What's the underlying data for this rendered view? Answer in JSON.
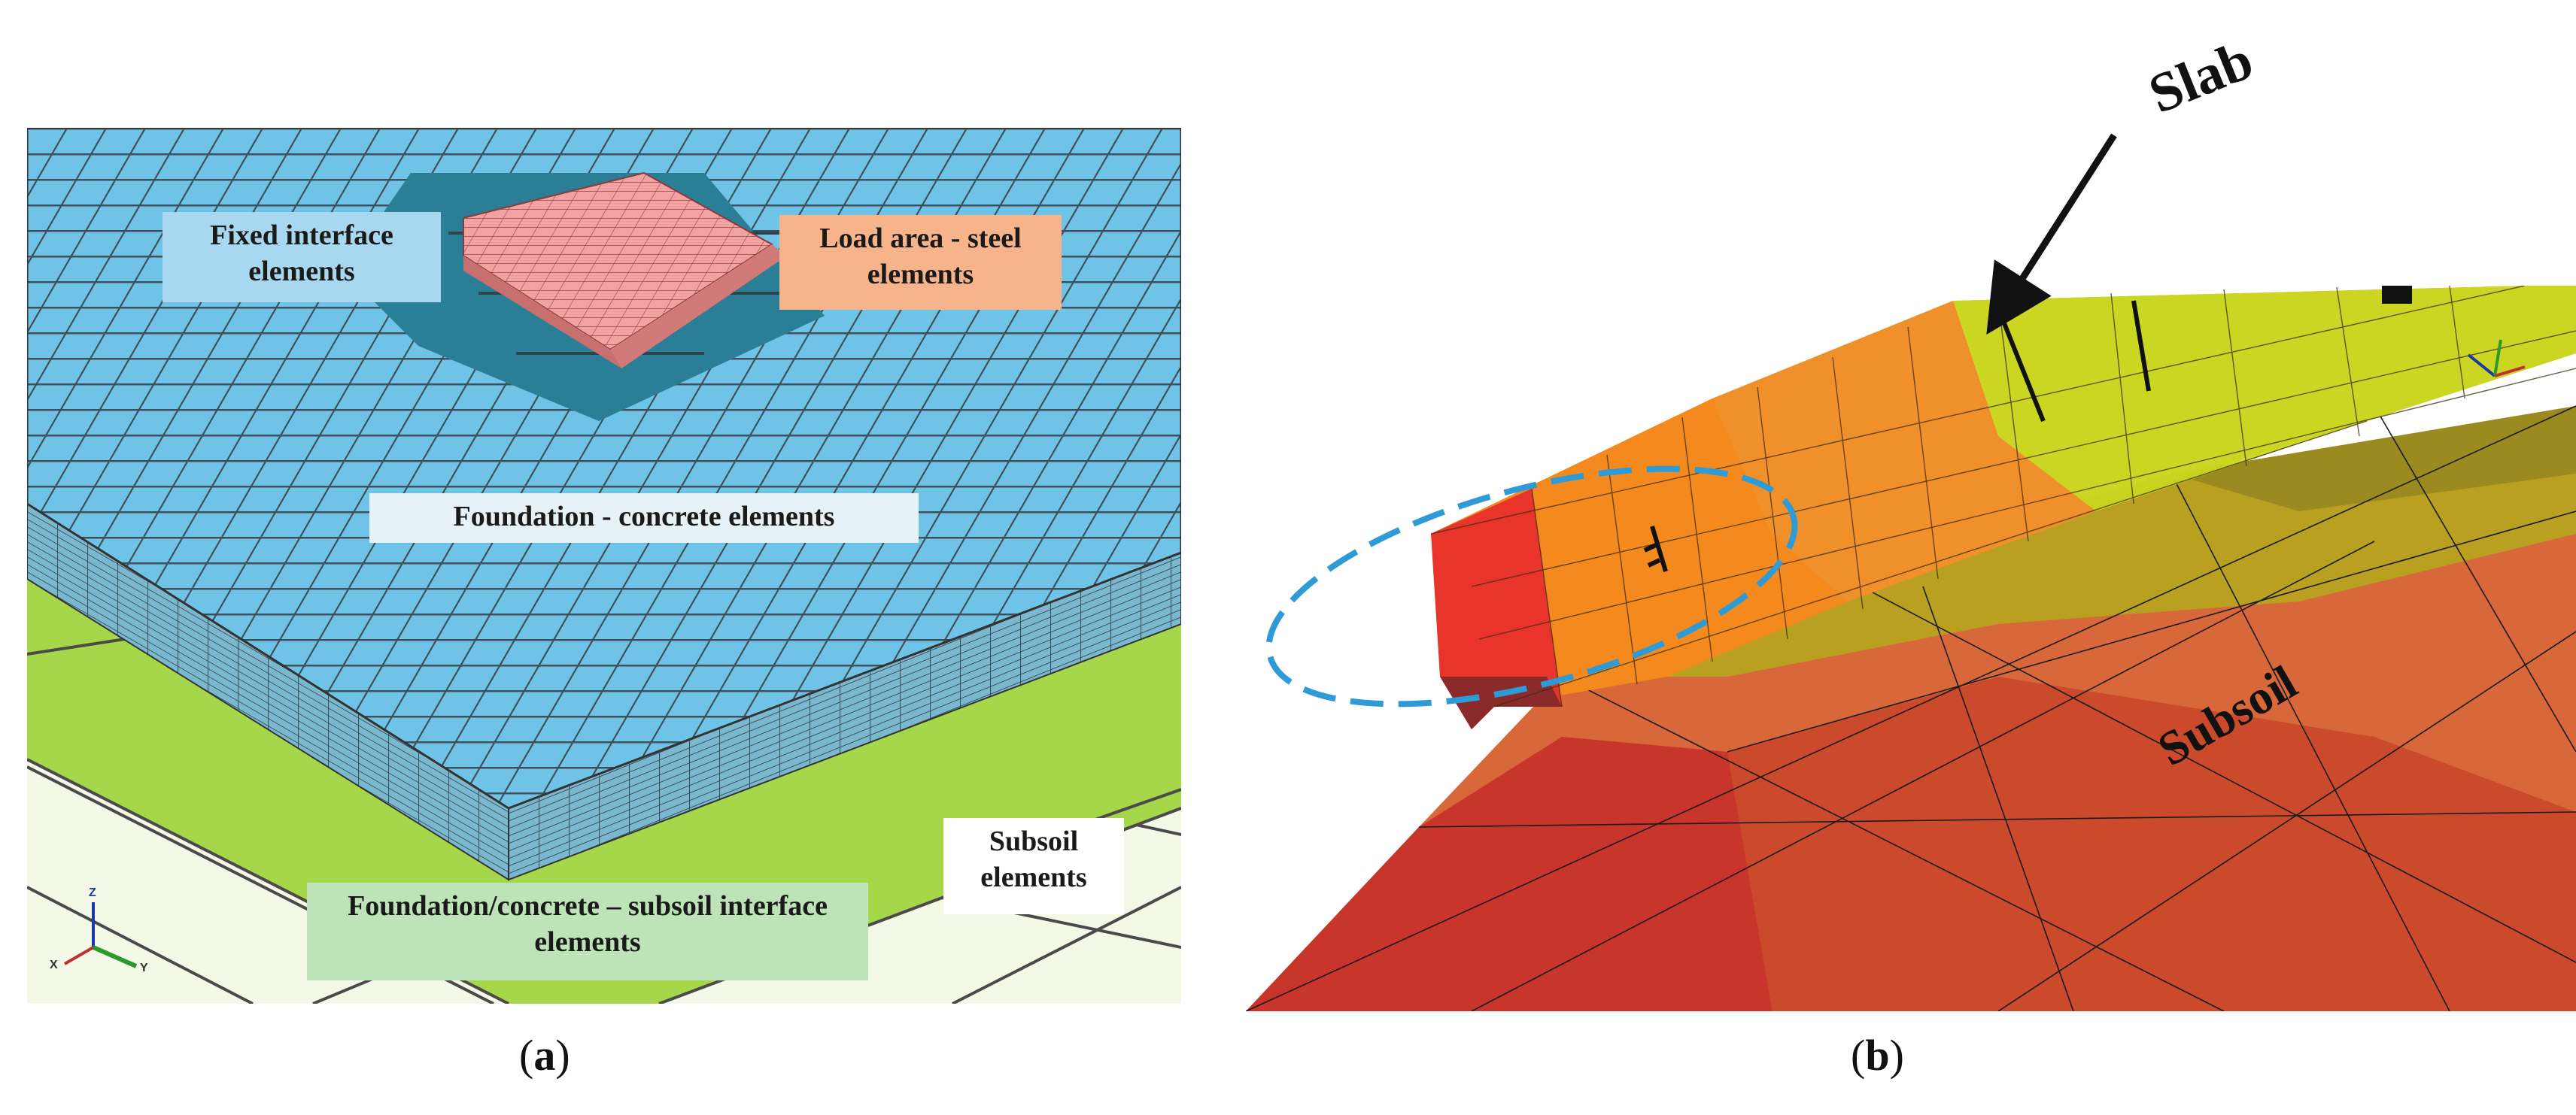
{
  "panel_a": {
    "labels": {
      "fixed_interface": "Fixed interface elements",
      "load_area": "Load area - steel elements",
      "foundation": "Foundation - concrete elements",
      "interface": "Foundation/concrete – subsoil interface elements",
      "subsoil": "Subsoil elements"
    },
    "axes": {
      "z": "Z",
      "x": "X",
      "y": "Y"
    },
    "caption_letter": "a"
  },
  "panel_b": {
    "labels": {
      "slab": "Slab",
      "subsoil": "Subsoil"
    },
    "caption_letter": "b"
  },
  "colors": {
    "mesh_blue": "#6fc3e6",
    "mesh_dark": "#2f6f8a",
    "load_red": "#f0a0a0",
    "interface_green": "#a6d64a",
    "subsoil_pale": "#f4f8e6",
    "label_blue": "#a8d8f0",
    "label_orange": "#f7b48a",
    "label_green": "#bfe3b8",
    "soil_red": "#c8402a",
    "soil_orange": "#d8683a",
    "slab_orange": "#f0902a",
    "slab_red": "#e63a2a",
    "slab_yellow": "#c8d820",
    "ellipse_blue": "#2e9bd6"
  }
}
